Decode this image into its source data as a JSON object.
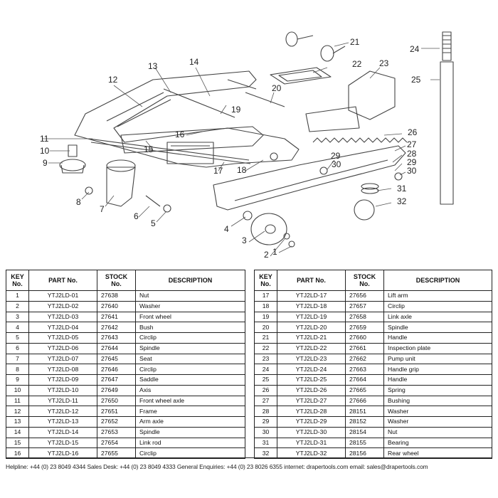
{
  "diagram": {
    "callouts": [
      "1",
      "2",
      "3",
      "4",
      "5",
      "6",
      "7",
      "8",
      "9",
      "10",
      "11",
      "12",
      "13",
      "14",
      "15",
      "16",
      "17",
      "18",
      "19",
      "20",
      "21",
      "22",
      "23",
      "24",
      "25",
      "26",
      "27",
      "28",
      "29",
      "29",
      "30",
      "30",
      "31",
      "32"
    ]
  },
  "headers_left": {
    "key": "KEY No.",
    "part": "PART No.",
    "stock": "STOCK No.",
    "desc": "DESCRIPTION"
  },
  "headers_right": {
    "key": "KEY No.",
    "part": "PART No.",
    "stock": "STOCK No.",
    "desc": "DESCRIPTION"
  },
  "parts_left": [
    {
      "key": "1",
      "part": "YTJ2LD-01",
      "stock": "27638",
      "desc": "Nut"
    },
    {
      "key": "2",
      "part": "YTJ2LD-02",
      "stock": "27640",
      "desc": "Washer"
    },
    {
      "key": "3",
      "part": "YTJ2LD-03",
      "stock": "27641",
      "desc": "Front wheel"
    },
    {
      "key": "4",
      "part": "YTJ2LD-04",
      "stock": "27642",
      "desc": "Bush"
    },
    {
      "key": "5",
      "part": "YTJ2LD-05",
      "stock": "27643",
      "desc": "Circlip"
    },
    {
      "key": "6",
      "part": "YTJ2LD-06",
      "stock": "27644",
      "desc": "Spindle"
    },
    {
      "key": "7",
      "part": "YTJ2LD-07",
      "stock": "27645",
      "desc": "Seat"
    },
    {
      "key": "8",
      "part": "YTJ2LD-08",
      "stock": "27646",
      "desc": "Circlip"
    },
    {
      "key": "9",
      "part": "YTJ2LD-09",
      "stock": "27647",
      "desc": "Saddle"
    },
    {
      "key": "10",
      "part": "YTJ2LD-10",
      "stock": "27649",
      "desc": "Axis"
    },
    {
      "key": "11",
      "part": "YTJ2LD-11",
      "stock": "27650",
      "desc": "Front wheel axle"
    },
    {
      "key": "12",
      "part": "YTJ2LD-12",
      "stock": "27651",
      "desc": "Frame"
    },
    {
      "key": "13",
      "part": "YTJ2LD-13",
      "stock": "27652",
      "desc": "Arm axle"
    },
    {
      "key": "14",
      "part": "YTJ2LD-14",
      "stock": "27653",
      "desc": "Spindle"
    },
    {
      "key": "15",
      "part": "YTJ2LD-15",
      "stock": "27654",
      "desc": "Link rod"
    },
    {
      "key": "16",
      "part": "YTJ2LD-16",
      "stock": "27655",
      "desc": "Circlip"
    }
  ],
  "parts_right": [
    {
      "key": "17",
      "part": "YTJ2LD-17",
      "stock": "27656",
      "desc": "Lift arm"
    },
    {
      "key": "18",
      "part": "YTJ2LD-18",
      "stock": "27657",
      "desc": "Circlip"
    },
    {
      "key": "19",
      "part": "YTJ2LD-19",
      "stock": "27658",
      "desc": "Link axle"
    },
    {
      "key": "20",
      "part": "YTJ2LD-20",
      "stock": "27659",
      "desc": "Spindle"
    },
    {
      "key": "21",
      "part": "YTJ2LD-21",
      "stock": "27660",
      "desc": "Handle"
    },
    {
      "key": "22",
      "part": "YTJ2LD-22",
      "stock": "27661",
      "desc": "Inspection plate"
    },
    {
      "key": "23",
      "part": "YTJ2LD-23",
      "stock": "27662",
      "desc": "Pump unit"
    },
    {
      "key": "24",
      "part": "YTJ2LD-24",
      "stock": "27663",
      "desc": "Handle grip"
    },
    {
      "key": "25",
      "part": "YTJ2LD-25",
      "stock": "27664",
      "desc": "Handle"
    },
    {
      "key": "26",
      "part": "YTJ2LD-26",
      "stock": "27665",
      "desc": "Spring"
    },
    {
      "key": "27",
      "part": "YTJ2LD-27",
      "stock": "27666",
      "desc": "Bushing"
    },
    {
      "key": "28",
      "part": "YTJ2LD-28",
      "stock": "28151",
      "desc": "Washer"
    },
    {
      "key": "29",
      "part": "YTJ2LD-29",
      "stock": "28152",
      "desc": "Washer"
    },
    {
      "key": "30",
      "part": "YTJ2LD-30",
      "stock": "28154",
      "desc": "Nut"
    },
    {
      "key": "31",
      "part": "YTJ2LD-31",
      "stock": "28155",
      "desc": "Bearing"
    },
    {
      "key": "32",
      "part": "YTJ2LD-32",
      "stock": "28156",
      "desc": "Rear wheel"
    }
  ],
  "footer": {
    "text": "Helpline: +44 (0) 23 8049 4344   Sales Desk: +44 (0) 23 8049 4333   General Enquiries: +44 (0) 23 8026 6355   internet: drapertools.com   email: sales@drapertools.com"
  }
}
